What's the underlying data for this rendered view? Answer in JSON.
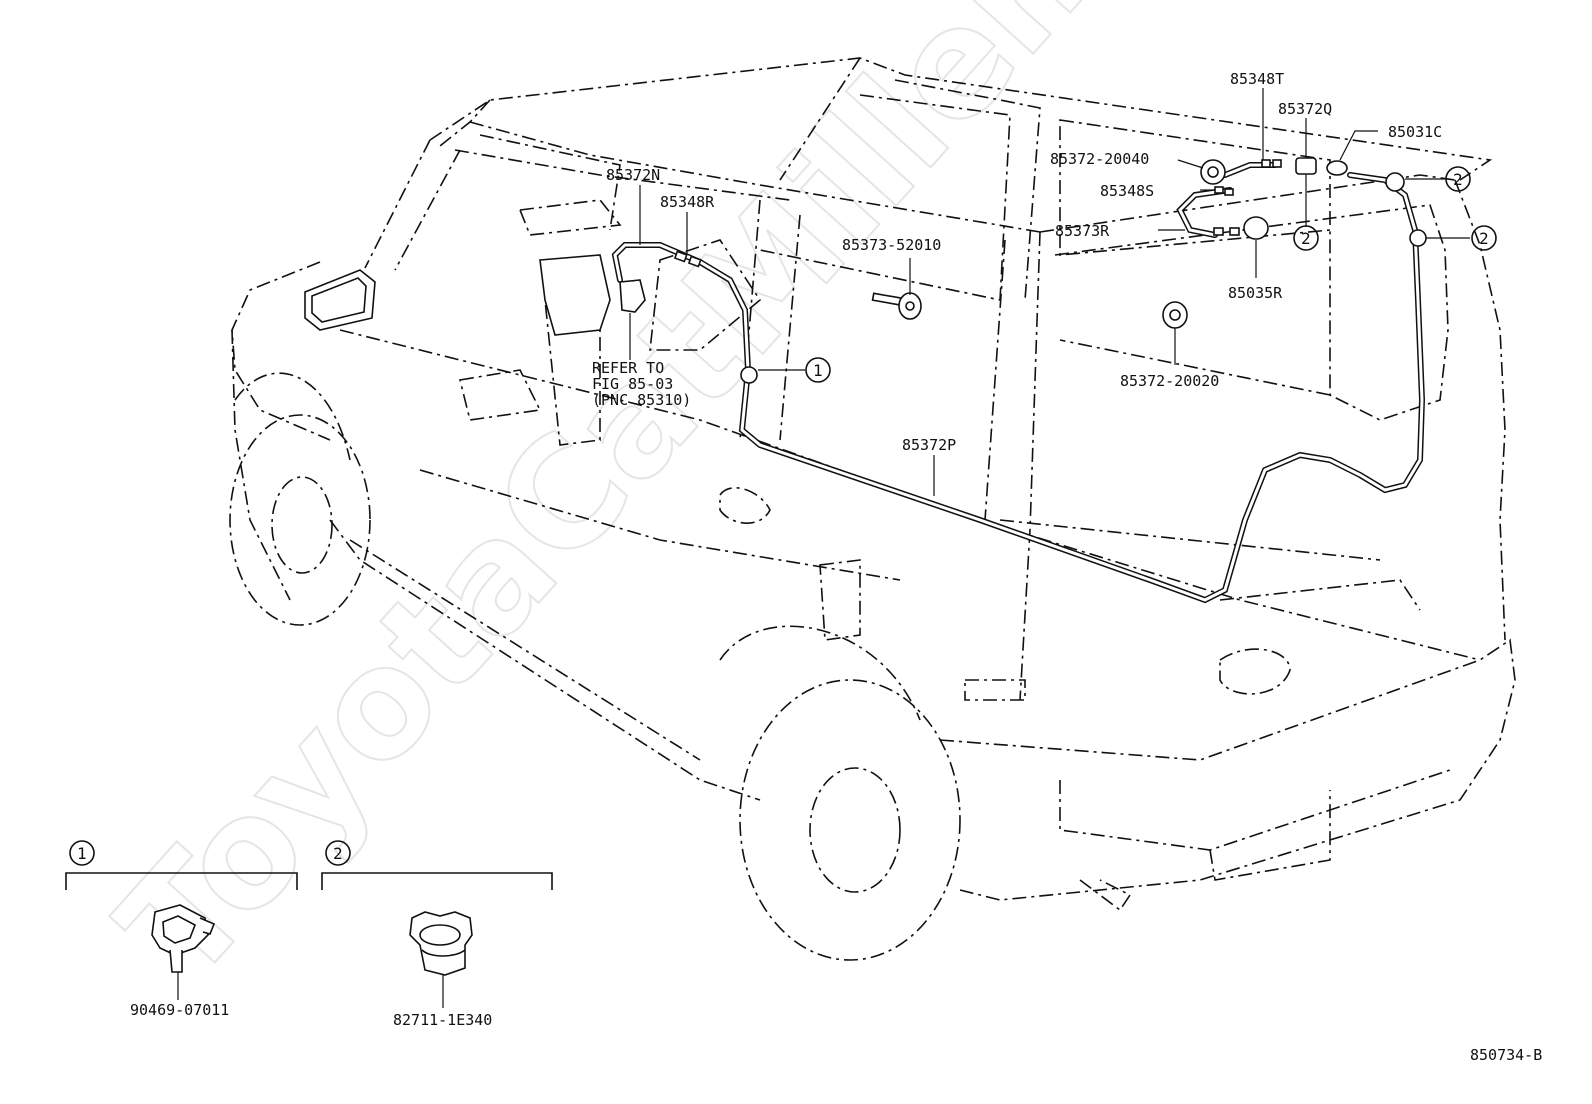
{
  "watermark": "ToyotaCatMiller.ru",
  "diagram_id": "850734-B",
  "refer_note": {
    "line1": "REFER TO",
    "line2": "FIG 85-03",
    "line3": "(PNC 85310)"
  },
  "part_labels": {
    "p85372N": "85372N",
    "p85348R": "85348R",
    "p85373_52010": "85373-52010",
    "p85372P": "85372P",
    "p85348T": "85348T",
    "p85372Q": "85372Q",
    "p85031C": "85031C",
    "p85372_20040": "85372-20040",
    "p85348S": "85348S",
    "p85373R": "85373R",
    "p85035R": "85035R",
    "p85372_20020": "85372-20020"
  },
  "callouts": {
    "one": "1",
    "two": "2"
  },
  "detail_boxes": [
    {
      "marker": "1",
      "part": "90469-07011"
    },
    {
      "marker": "2",
      "part": "82711-1E340"
    }
  ]
}
